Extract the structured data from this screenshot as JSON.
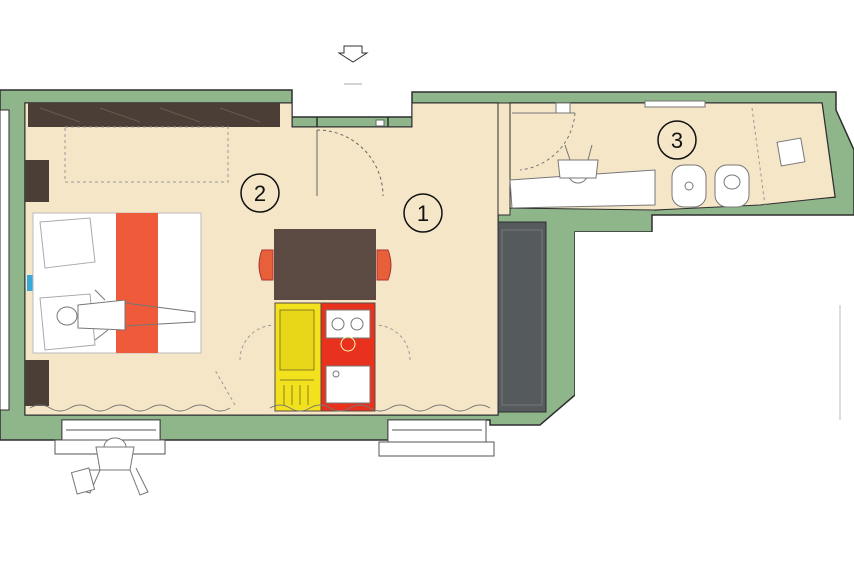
{
  "rooms": [
    {
      "id": "1",
      "label": "1"
    },
    {
      "id": "2",
      "label": "2"
    },
    {
      "id": "3",
      "label": "3"
    }
  ],
  "icons": {
    "entrance": "arrow-down-outline-icon"
  },
  "colors": {
    "wall": "#8fb58a",
    "wall_stroke": "#2f2f2f",
    "floor": "#f5e6c8",
    "bed_stripe": "#ee5a3a",
    "dark_furniture": "#5a4a42",
    "kitchen_yellow": "#f2e21e",
    "kitchen_red": "#e8321e",
    "chair": "#e8603a",
    "closet": "#555a5c"
  }
}
